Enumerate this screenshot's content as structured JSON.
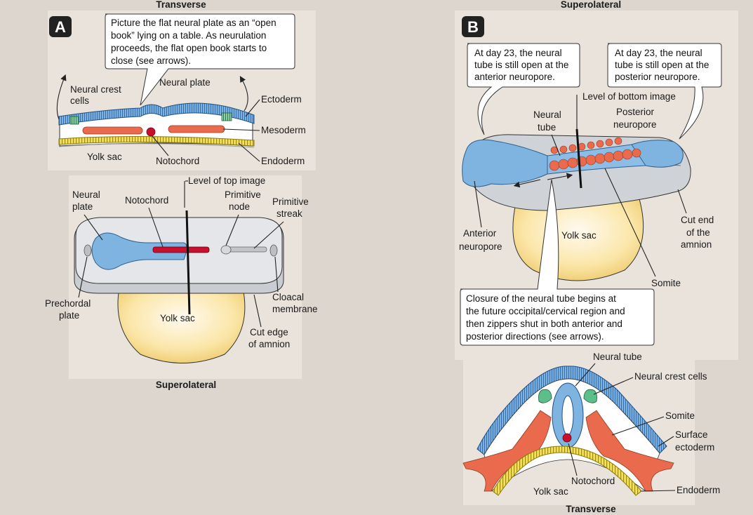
{
  "panel_a": {
    "badge": "A",
    "top_title": "Transverse",
    "bottom_title": "Superolateral",
    "callout_lines": [
      "Picture the flat neural plate as an “open",
      "book” lying on a table. As neurulation",
      "proceeds, the flat open book starts to",
      "close (see arrows)."
    ],
    "labels": {
      "neural_crest_1": "Neural crest",
      "neural_crest_2": "cells",
      "neural_plate": "Neural plate",
      "ectoderm": "Ectoderm",
      "mesoderm": "Mesoderm",
      "yolk_sac": "Yolk sac",
      "notochord": "Notochord",
      "endoderm": "Endoderm",
      "level_top": "Level of top image",
      "neural_plate2_1": "Neural",
      "neural_plate2_2": "plate",
      "notochord2": "Notochord",
      "primitive_node_1": "Primitive",
      "primitive_node_2": "node",
      "primitive_streak_1": "Primitive",
      "primitive_streak_2": "streak",
      "prechordal_1": "Prechordal",
      "prechordal_2": "plate",
      "cloacal_1": "Cloacal",
      "cloacal_2": "membrane",
      "yolk_sac2": "Yolk sac",
      "cut_edge_1": "Cut edge",
      "cut_edge_2": "of amnion"
    }
  },
  "panel_b": {
    "badge": "B",
    "top_title": "Superolateral",
    "bottom_title": "Transverse",
    "callout_left_lines": [
      "At day 23, the neural",
      "tube is still open at the",
      "anterior neuropore."
    ],
    "callout_right_lines": [
      "At day 23, the neural",
      "tube is still open at the",
      "posterior neuropore."
    ],
    "callout_bottom_lines": [
      "Closure of the neural tube begins at",
      "the future occipital/cervical region and",
      "then zippers shut in both anterior and",
      "posterior directions (see arrows)."
    ],
    "labels": {
      "level_bottom": "Level of bottom image",
      "neural_tube_1": "Neural",
      "neural_tube_2": "tube",
      "posterior_np_1": "Posterior",
      "posterior_np_2": "neuropore",
      "anterior_np_1": "Anterior",
      "anterior_np_2": "neuropore",
      "yolk_sac": "Yolk sac",
      "cut_end_1": "Cut end",
      "cut_end_2": "of the",
      "cut_end_3": "amnion",
      "somite": "Somite",
      "neural_tube_t": "Neural tube",
      "neural_crest_t": "Neural crest cells",
      "somite_t": "Somite",
      "surface_ecto_1": "Surface",
      "surface_ecto_2": "ectoderm",
      "notochord_t": "Notochord",
      "yolk_sac_t": "Yolk sac",
      "endoderm_t": "Endoderm"
    }
  },
  "colors": {
    "background": "#ddd6cf",
    "panel": "#e8e2dc",
    "neural_blue": "#7fb4e0",
    "ectoderm_blue": "#5f9fd6",
    "somite_orange": "#e96a4c",
    "notochord_red": "#c8102e",
    "endoderm_yellow": "#e6d23a",
    "yolk": "#fbe6a8",
    "badge": "#222222"
  }
}
